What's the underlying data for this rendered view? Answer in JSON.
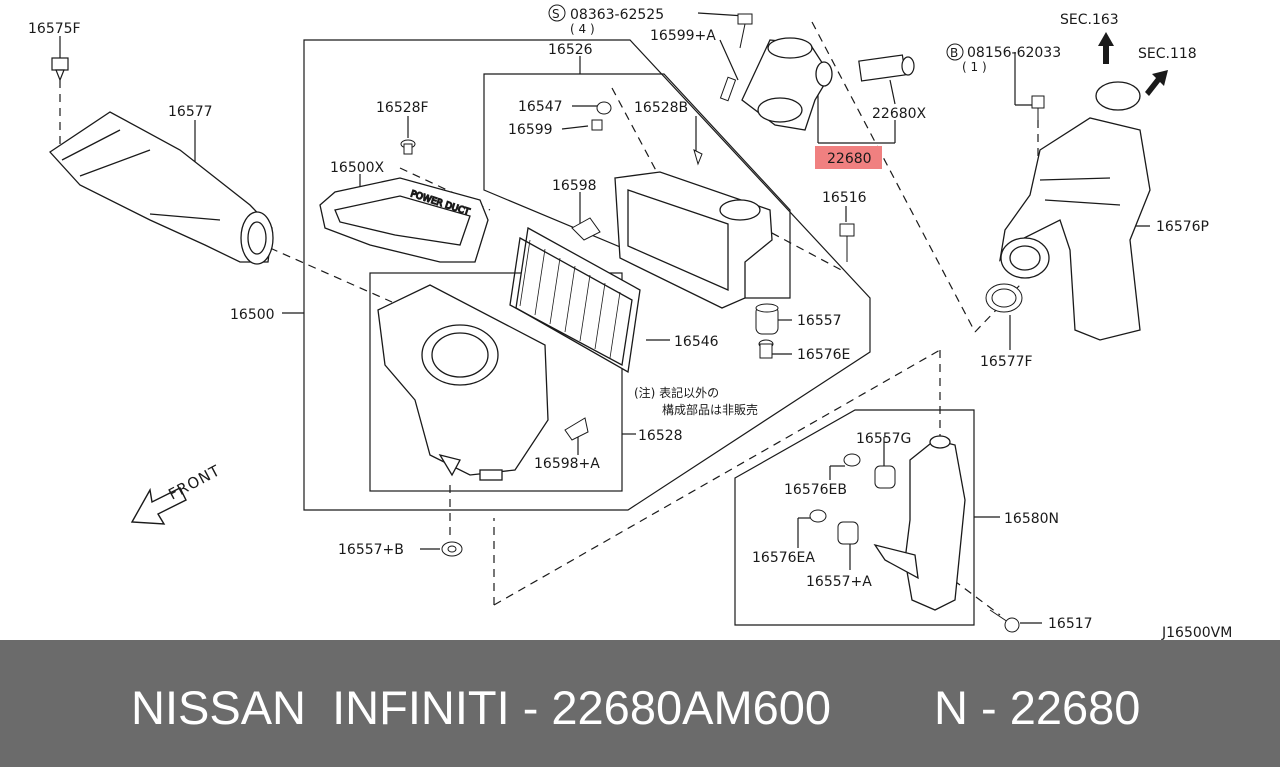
{
  "diagram": {
    "parts": {
      "p16575F": "16575F",
      "p16577": "16577",
      "p16500": "16500",
      "p16557B": "16557+B",
      "p16526": "16526",
      "p16528F": "16528F",
      "p16500X": "16500X",
      "p16547": "16547",
      "p16599": "16599",
      "p16528B": "16528B",
      "p16598": "16598",
      "p16546": "16546",
      "p16528": "16528",
      "p16598A": "16598+A",
      "p16599A": "16599+A",
      "bolt_spec": "08363-62525",
      "bolt_qty": "( 4 )",
      "p22680X": "22680X",
      "p22680": "22680",
      "p16516": "16516",
      "p16557": "16557",
      "p16576E": "16576E",
      "sec163": "SEC.163",
      "sec118": "SEC.118",
      "bolt2_spec": "08156-62033",
      "bolt2_qty": "( 1 )",
      "p16576P": "16576P",
      "p16577F": "16577F",
      "p16557G": "16557G",
      "p16576EB": "16576EB",
      "p16580N": "16580N",
      "p16576EA": "16576EA",
      "p16557A": "16557+A",
      "p16517": "16517"
    },
    "bolt_symbol": "S",
    "bolt2_symbol": "B",
    "note_line1": "(注) 表記以外の",
    "note_line2": "構成部品は非販売",
    "power_duct": "POWER DUCT",
    "front_label": "FRONT",
    "diagram_code": "J16500VM",
    "highlight_color": "#f08080"
  },
  "footer": {
    "brand_part": "NISSAN  INFINITI - 22680AM600",
    "short_part": "N - 22680"
  }
}
